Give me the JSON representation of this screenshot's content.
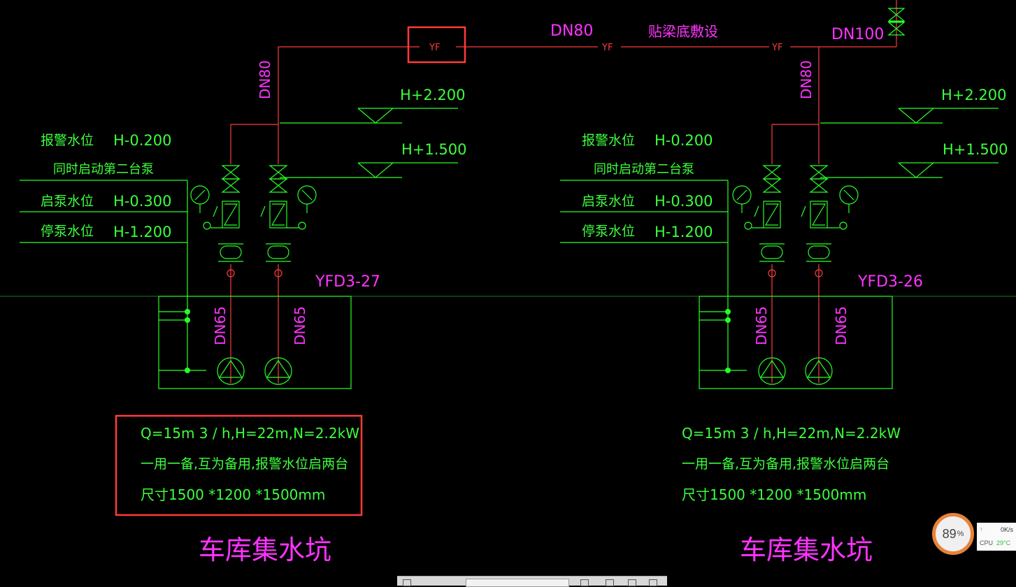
{
  "colors": {
    "pipe": "#ff3b3b",
    "line": "#27ff27",
    "text_green": "#3cff3c",
    "text_magenta": "#ff33ff",
    "highlight": "#ff3b3b",
    "background": "#000000"
  },
  "top_labels": {
    "dn80": "DN80",
    "tiliang": "贴梁底敷设",
    "dn100": "DN100",
    "yf": "YF",
    "riser_left": "DN80",
    "riser_right": "DN80"
  },
  "pits": [
    {
      "id": "left",
      "level_high": "H+2.200",
      "level_mid": "H+1.500",
      "alarm_label": "报警水位",
      "alarm_value": "H-0.200",
      "second_pump_label": "同时启动第二台泵",
      "start_label": "启泵水位",
      "start_value": "H-0.300",
      "stop_label": "停泵水位",
      "stop_value": "H-1.200",
      "model": "YFD3-27",
      "pipe_a": "DN65",
      "pipe_b": "DN65",
      "spec_1": "Q=15m 3  / h,H=22m,N=2.2kW",
      "spec_2": "一用一备,互为备用,报警水位启两台",
      "spec_3": "尺寸1500 *1200 *1500mm",
      "title": "车库集水坑"
    },
    {
      "id": "right",
      "level_high": "H+2.200",
      "level_mid": "H+1.500",
      "alarm_label": "报警水位",
      "alarm_value": "H-0.200",
      "second_pump_label": "同时启动第二台泵",
      "start_label": "启泵水位",
      "start_value": "H-0.300",
      "stop_label": "停泵水位",
      "stop_value": "H-1.200",
      "model": "YFD3-26",
      "pipe_a": "DN65",
      "pipe_b": "DN65",
      "spec_1": "Q=15m 3  / h,H=22m,N=2.2kW",
      "spec_2": "一用一备,互为备用,报警水位启两台",
      "spec_3": "尺寸1500 *1200 *1500mm",
      "title": "车库集水坑"
    }
  ],
  "monitor": {
    "percent": "89",
    "percent_sign": "%",
    "net": "0K/s",
    "cpu_label": "CPU",
    "cpu_temp": "29°C"
  }
}
